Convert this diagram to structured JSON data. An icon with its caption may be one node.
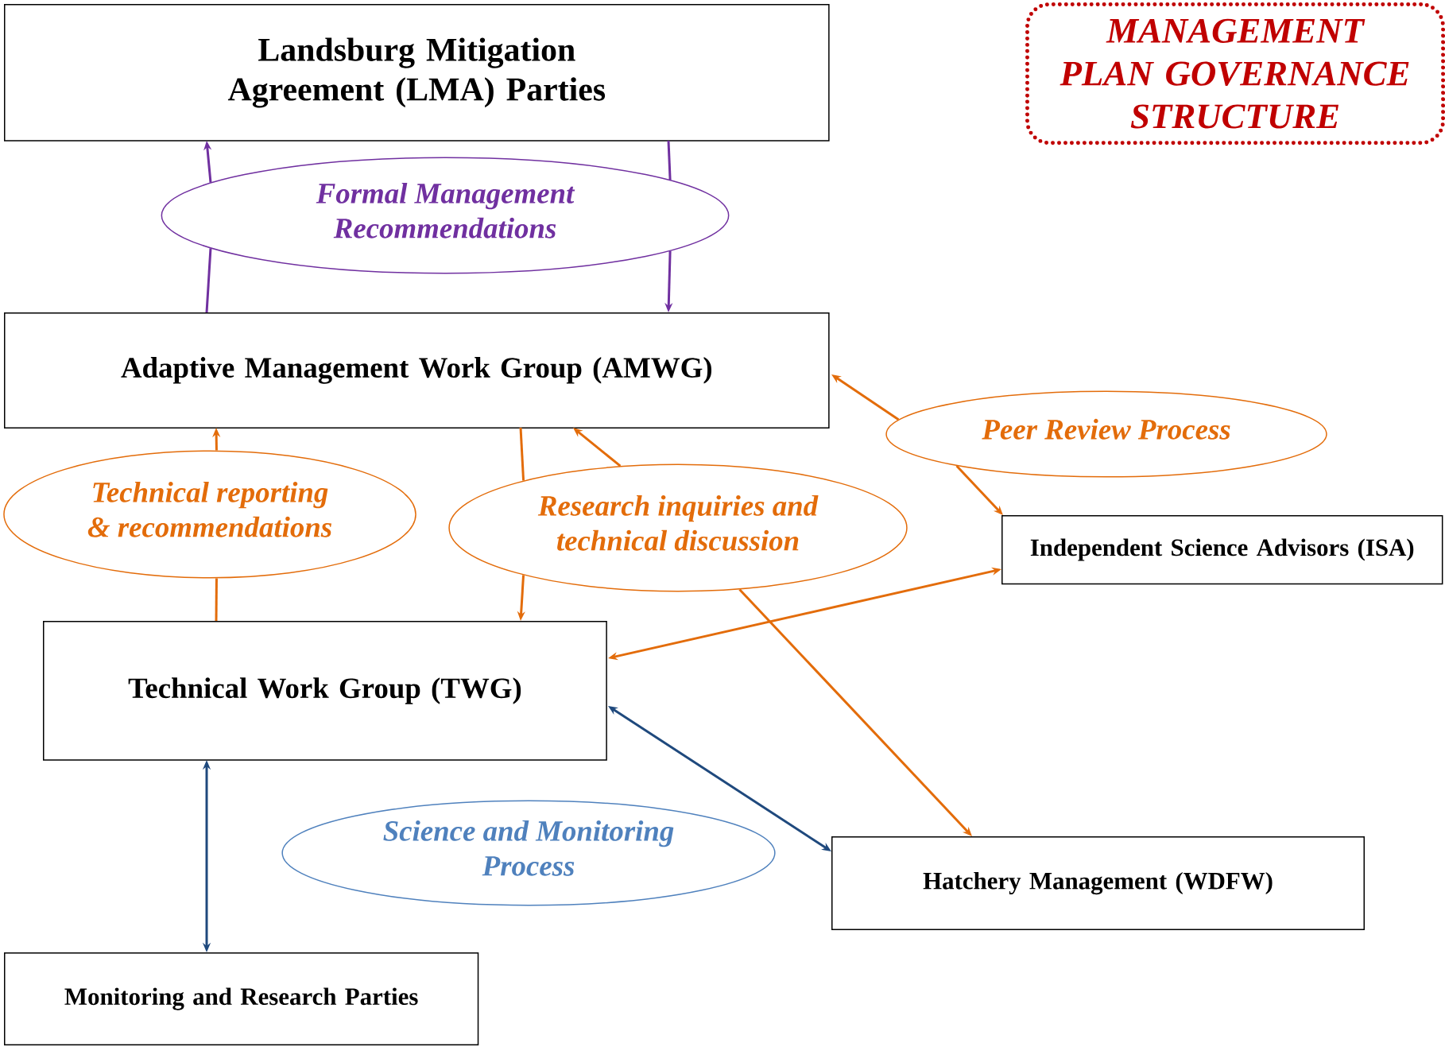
{
  "diagram": {
    "nodes": [
      {
        "text": [
          "Landsburg Mitigation Agreement (LMA) Parties"
        ]
      },
      {
        "text": [
          "MANAGEMENT PLAN GOVERNANCE STRUCTURE"
        ]
      },
      {
        "text": [
          "Formal Management Recommendations"
        ]
      },
      {
        "text": [
          "Adaptive Management Work Group (AMWG)"
        ]
      },
      {
        "text": [
          "Technical reporting & recommendations"
        ]
      },
      {
        "text": [
          "Research inquiries and technical discussion"
        ]
      },
      {
        "text": [
          "Peer Review Process"
        ]
      },
      {
        "text": [
          "Independent Science Advisors (ISA)"
        ]
      },
      {
        "text": [
          "Technical Work Group (TWG)"
        ]
      },
      {
        "text": [
          "Science and Monitoring Process"
        ]
      },
      {
        "text": [
          "Hatchery Management (WDFW)"
        ]
      },
      {
        "text": [
          "Monitoring and Research Parties"
        ]
      }
    ],
    "edges": [
      {
        "from": 3,
        "to": 2,
        "arrow": "none",
        "color": "#7030a0"
      },
      {
        "from": 2,
        "to": 0,
        "arrow": "to",
        "color": "#7030a0"
      },
      {
        "from": 0,
        "to": 2,
        "arrow": "none",
        "color": "#7030a0"
      },
      {
        "from": 2,
        "to": 3,
        "arrow": "to",
        "color": "#7030a0"
      },
      {
        "from": 8,
        "to": 4,
        "arrow": "none"
      },
      {
        "from": 4,
        "to": 3,
        "arrow": "to"
      },
      {
        "from": 3,
        "to": 5,
        "arrow": "none"
      },
      {
        "from": 5,
        "to": 8,
        "arrow": "to"
      },
      {
        "from": 5,
        "to": 3,
        "arrow": "to"
      },
      {
        "from": 5,
        "to": 10,
        "arrow": "to"
      },
      {
        "from": 6,
        "to": 3,
        "arrow": "to"
      },
      {
        "from": 6,
        "to": 7,
        "arrow": "to"
      },
      {
        "from": 7,
        "to": 8,
        "arrow": "both"
      },
      {
        "from": 8,
        "to": 10,
        "arrow": "both",
        "color": "#1f497d"
      },
      {
        "from": 8,
        "to": 11,
        "arrow": "both",
        "color": "#1f497d"
      }
    ]
  }
}
